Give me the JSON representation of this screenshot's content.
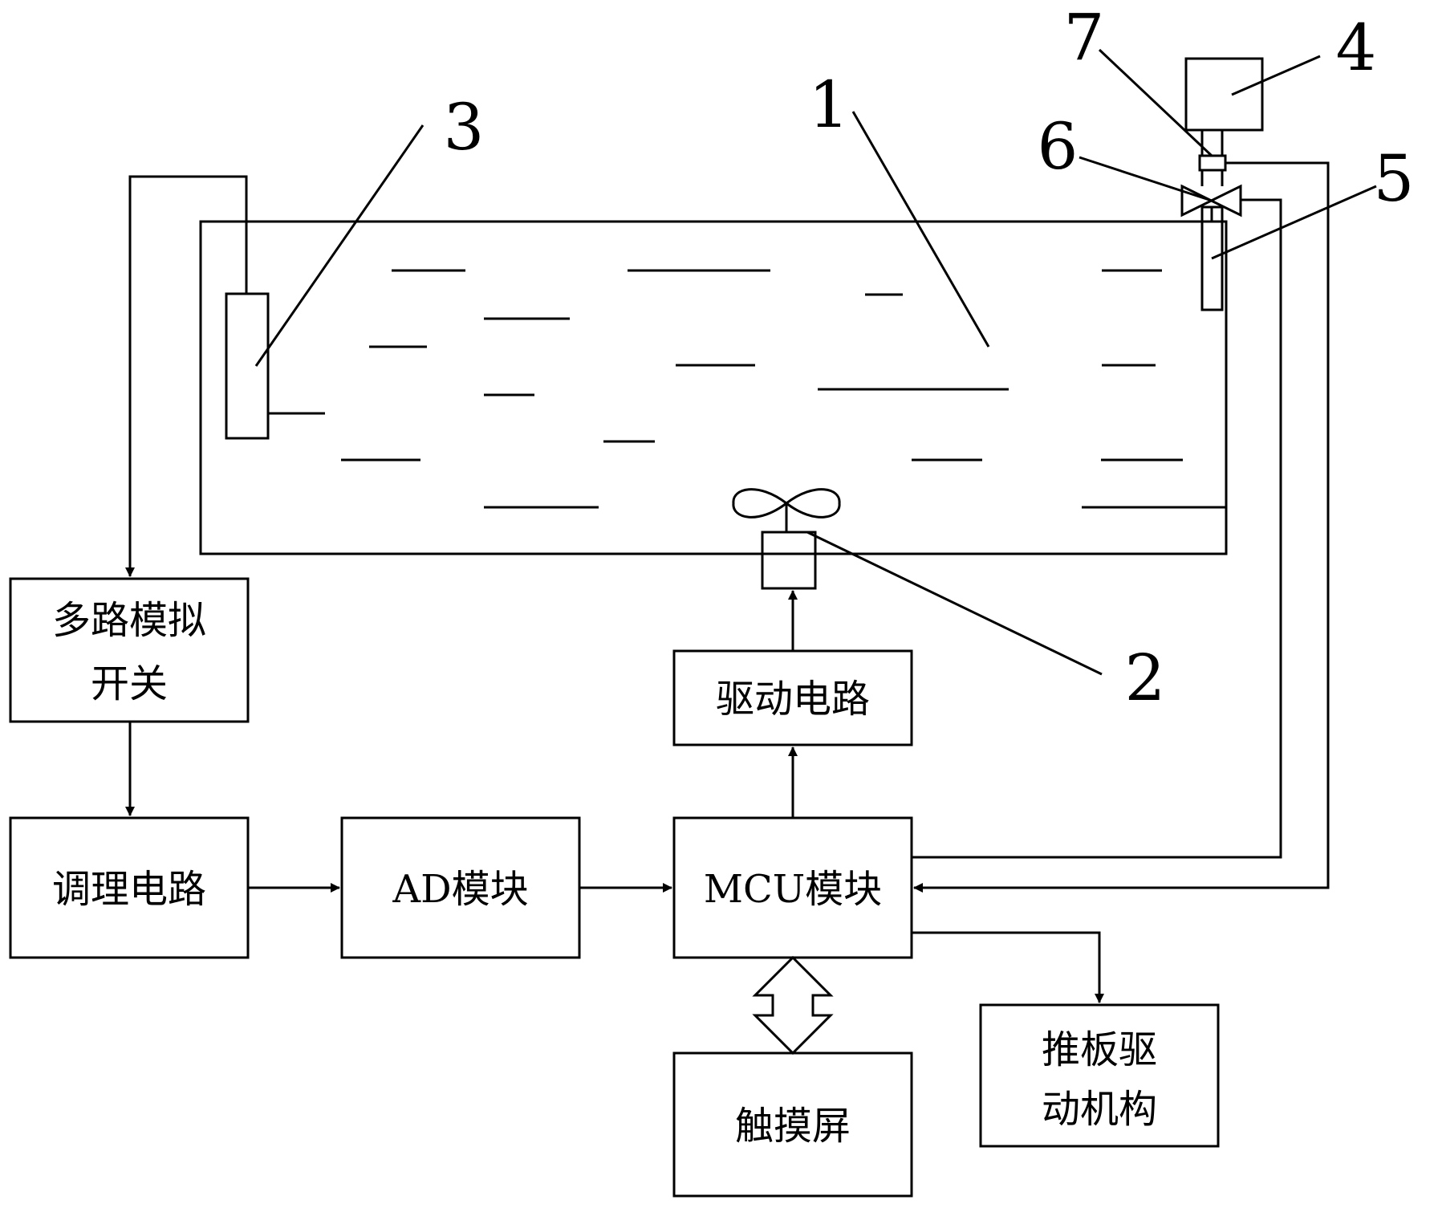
{
  "colors": {
    "stroke": "#000000",
    "background": "#ffffff"
  },
  "callouts": {
    "n1": "1",
    "n2": "2",
    "n3": "3",
    "n4": "4",
    "n5": "5",
    "n6": "6",
    "n7": "7"
  },
  "blocks": {
    "mux_line1": "多路模拟",
    "mux_line2": "开关",
    "conditioning": "调理电路",
    "ad": "AD模块",
    "mcu": "MCU模块",
    "driver": "驱动电路",
    "touch": "触摸屏",
    "pusher_line1": "推板驱",
    "pusher_line2": "动机构"
  },
  "icons": {
    "fan": "propeller-icon",
    "valve": "valve-icon"
  }
}
